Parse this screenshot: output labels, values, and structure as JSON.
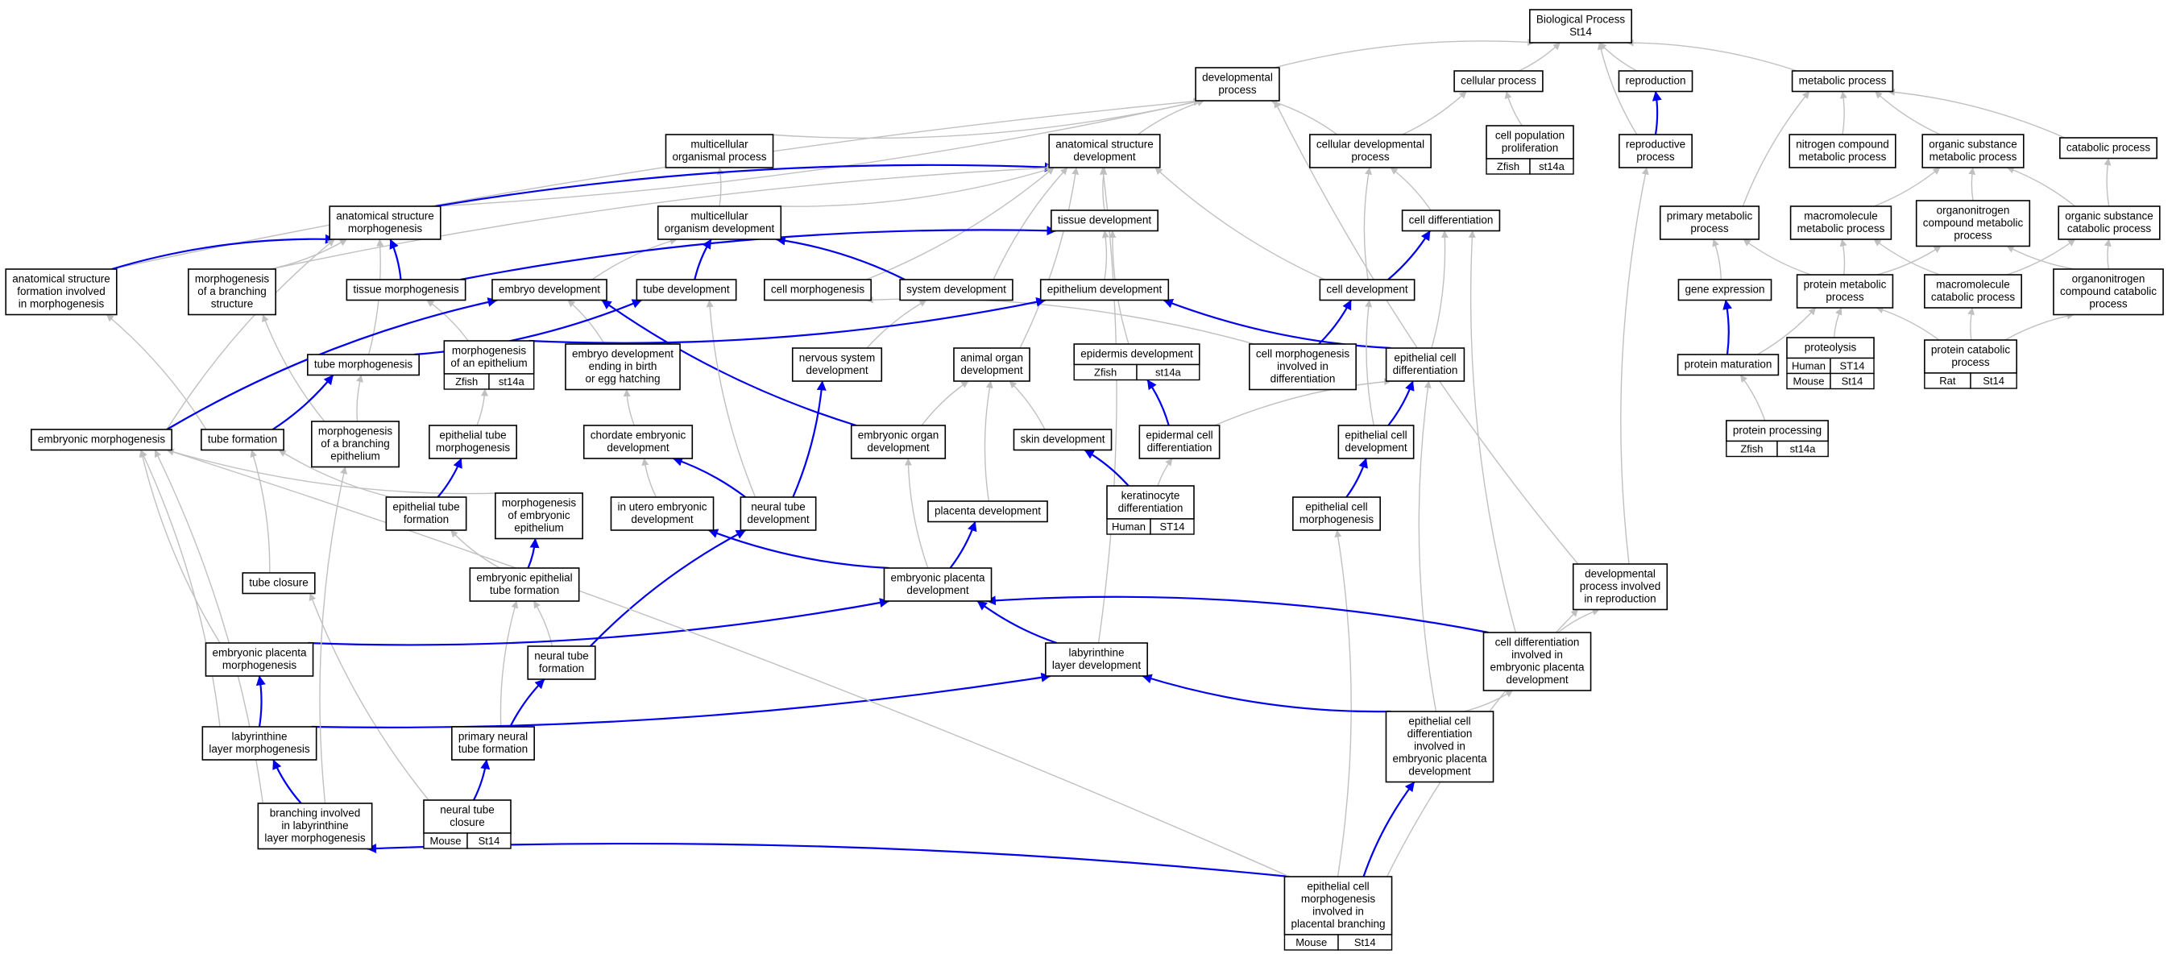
{
  "title": "Biological Process",
  "colors": {
    "gray_edge": "#c0c0c0",
    "blue_edge": "#0000ee",
    "zfish": "#6a94e8",
    "mouse": "#a8d4e2",
    "human": "#ef5b45",
    "rat": "#fbcc1a"
  },
  "nodes": [
    {
      "id": "bp",
      "lines": [
        "Biological Process",
        "St14"
      ]
    },
    {
      "id": "dev",
      "lines": [
        "developmental",
        "process"
      ]
    },
    {
      "id": "cellproc",
      "lines": [
        "cellular process"
      ]
    },
    {
      "id": "repro",
      "lines": [
        "reproduction"
      ]
    },
    {
      "id": "metab",
      "lines": [
        "metabolic process"
      ]
    },
    {
      "id": "multi",
      "lines": [
        "multicellular",
        "organismal process"
      ]
    },
    {
      "id": "asd",
      "lines": [
        "anatomical structure",
        "development"
      ]
    },
    {
      "id": "celldevproc",
      "lines": [
        "cellular developmental",
        "process"
      ]
    },
    {
      "id": "cpp",
      "lines": [
        "cell population",
        "proliferation"
      ]
    },
    {
      "id": "reprocproc",
      "lines": [
        "reproductive",
        "process"
      ]
    },
    {
      "id": "nitro",
      "lines": [
        "nitrogen compound",
        "metabolic process"
      ]
    },
    {
      "id": "orgsub",
      "lines": [
        "organic substance",
        "metabolic process"
      ]
    },
    {
      "id": "catab",
      "lines": [
        "catabolic process"
      ]
    },
    {
      "id": "asm",
      "lines": [
        "anatomical structure",
        "morphogenesis"
      ]
    },
    {
      "id": "mod",
      "lines": [
        "multicellular",
        "organism development"
      ]
    },
    {
      "id": "tissdev",
      "lines": [
        "tissue development"
      ]
    },
    {
      "id": "celldiff",
      "lines": [
        "cell differentiation"
      ]
    },
    {
      "id": "primmet",
      "lines": [
        "primary metabolic",
        "process"
      ]
    },
    {
      "id": "macromet",
      "lines": [
        "macromolecule",
        "metabolic process"
      ]
    },
    {
      "id": "orgnitmet",
      "lines": [
        "organonitrogen",
        "compound metabolic",
        "process"
      ]
    },
    {
      "id": "orgsubcat",
      "lines": [
        "organic substance",
        "catabolic process"
      ]
    },
    {
      "id": "asfim",
      "lines": [
        "anatomical structure",
        "formation involved",
        "in morphogenesis"
      ]
    },
    {
      "id": "mobs",
      "lines": [
        "morphogenesis",
        "of a branching",
        "structure"
      ]
    },
    {
      "id": "tissmorph",
      "lines": [
        "tissue morphogenesis"
      ]
    },
    {
      "id": "embdev",
      "lines": [
        "embryo development"
      ]
    },
    {
      "id": "tubedev",
      "lines": [
        "tube development"
      ]
    },
    {
      "id": "cellmorph",
      "lines": [
        "cell morphogenesis"
      ]
    },
    {
      "id": "sysdev",
      "lines": [
        "system development"
      ]
    },
    {
      "id": "epidev",
      "lines": [
        "epithelium development"
      ]
    },
    {
      "id": "celldev",
      "lines": [
        "cell development"
      ]
    },
    {
      "id": "geneexp",
      "lines": [
        "gene expression"
      ]
    },
    {
      "id": "protmet",
      "lines": [
        "protein metabolic",
        "process"
      ]
    },
    {
      "id": "macrocat",
      "lines": [
        "macromolecule",
        "catabolic process"
      ]
    },
    {
      "id": "orgnitcat",
      "lines": [
        "organonitrogen",
        "compound catabolic",
        "process"
      ]
    },
    {
      "id": "tubemorph",
      "lines": [
        "tube morphogenesis"
      ]
    },
    {
      "id": "moae",
      "lines": [
        "morphogenesis",
        "of an epithelium"
      ]
    },
    {
      "id": "edebeh",
      "lines": [
        "embryo development",
        "ending in birth",
        "or egg hatching"
      ]
    },
    {
      "id": "nsd",
      "lines": [
        "nervous system",
        "development"
      ]
    },
    {
      "id": "aod",
      "lines": [
        "animal organ",
        "development"
      ]
    },
    {
      "id": "epiddev",
      "lines": [
        "epidermis development"
      ]
    },
    {
      "id": "cmid",
      "lines": [
        "cell morphogenesis",
        "involved in",
        "differentiation"
      ]
    },
    {
      "id": "epicelldiff",
      "lines": [
        "epithelial cell",
        "differentiation"
      ]
    },
    {
      "id": "protmat",
      "lines": [
        "protein maturation"
      ]
    },
    {
      "id": "proteolysis",
      "lines": [
        "proteolysis"
      ]
    },
    {
      "id": "protcat",
      "lines": [
        "protein catabolic",
        "process"
      ]
    },
    {
      "id": "embmorph",
      "lines": [
        "embryonic morphogenesis"
      ]
    },
    {
      "id": "tubeform",
      "lines": [
        "tube formation"
      ]
    },
    {
      "id": "moabe",
      "lines": [
        "morphogenesis",
        "of a branching",
        "epithelium"
      ]
    },
    {
      "id": "etm",
      "lines": [
        "epithelial tube",
        "morphogenesis"
      ]
    },
    {
      "id": "ced",
      "lines": [
        "chordate embryonic",
        "development"
      ]
    },
    {
      "id": "eod",
      "lines": [
        "embryonic organ",
        "development"
      ]
    },
    {
      "id": "skindev",
      "lines": [
        "skin development"
      ]
    },
    {
      "id": "epidcd",
      "lines": [
        "epidermal cell",
        "differentiation"
      ]
    },
    {
      "id": "epicelldev",
      "lines": [
        "epithelial cell",
        "development"
      ]
    },
    {
      "id": "protproc",
      "lines": [
        "protein processing"
      ]
    },
    {
      "id": "etf",
      "lines": [
        "epithelial tube",
        "formation"
      ]
    },
    {
      "id": "moee",
      "lines": [
        "morphogenesis",
        "of embryonic",
        "epithelium"
      ]
    },
    {
      "id": "iued",
      "lines": [
        "in utero embryonic",
        "development"
      ]
    },
    {
      "id": "ntd",
      "lines": [
        "neural tube",
        "development"
      ]
    },
    {
      "id": "placdev",
      "lines": [
        "placenta development"
      ]
    },
    {
      "id": "kerat",
      "lines": [
        "keratinocyte",
        "differentiation"
      ]
    },
    {
      "id": "ecm",
      "lines": [
        "epithelial cell",
        "morphogenesis"
      ]
    },
    {
      "id": "tubeclos",
      "lines": [
        "tube closure"
      ]
    },
    {
      "id": "eetf",
      "lines": [
        "embryonic epithelial",
        "tube formation"
      ]
    },
    {
      "id": "epd",
      "lines": [
        "embryonic placenta",
        "development"
      ]
    },
    {
      "id": "dpir",
      "lines": [
        "developmental",
        "process involved",
        "in reproduction"
      ]
    },
    {
      "id": "epm",
      "lines": [
        "embryonic placenta",
        "morphogenesis"
      ]
    },
    {
      "id": "ntf",
      "lines": [
        "neural tube",
        "formation"
      ]
    },
    {
      "id": "lld",
      "lines": [
        "labyrinthine",
        "layer development"
      ]
    },
    {
      "id": "cdiepd",
      "lines": [
        "cell differentiation",
        "involved in",
        "embryonic placenta",
        "development"
      ]
    },
    {
      "id": "llm",
      "lines": [
        "labyrinthine",
        "layer morphogenesis"
      ]
    },
    {
      "id": "pntf",
      "lines": [
        "primary neural",
        "tube formation"
      ]
    },
    {
      "id": "ecdiepd",
      "lines": [
        "epithelial cell",
        "differentiation",
        "involved in",
        "embryonic placenta",
        "development"
      ]
    },
    {
      "id": "bill",
      "lines": [
        "branching involved",
        "in labyrinthine",
        "layer morphogenesis"
      ]
    },
    {
      "id": "ntc",
      "lines": [
        "neural tube",
        "closure"
      ]
    },
    {
      "id": "ecmipb",
      "lines": [
        "epithelial cell",
        "morphogenesis",
        "involved in",
        "placental branching"
      ]
    }
  ],
  "annotations": [
    {
      "node": "cpp",
      "cells": [
        {
          "text": "Zfish",
          "color": "zfish"
        },
        {
          "text": "st14a",
          "color": "zfish"
        }
      ]
    },
    {
      "node": "moae",
      "cells": [
        {
          "text": "Zfish",
          "color": "zfish"
        },
        {
          "text": "st14a",
          "color": "zfish"
        }
      ]
    },
    {
      "node": "epiddev",
      "cells": [
        {
          "text": "Zfish",
          "color": "zfish"
        },
        {
          "text": "st14a",
          "color": "zfish"
        }
      ]
    },
    {
      "node": "proteolysis",
      "cells": [
        {
          "text": "Human",
          "color": "human"
        },
        {
          "text": "ST14",
          "color": "human"
        }
      ]
    },
    {
      "node": "proteolysis",
      "cells": [
        {
          "text": "Mouse",
          "color": "mouse"
        },
        {
          "text": "St14",
          "color": "mouse"
        }
      ]
    },
    {
      "node": "protcat",
      "cells": [
        {
          "text": "Rat",
          "color": "rat"
        },
        {
          "text": "St14",
          "color": "rat"
        }
      ]
    },
    {
      "node": "protproc",
      "cells": [
        {
          "text": "Zfish",
          "color": "zfish"
        },
        {
          "text": "st14a",
          "color": "zfish"
        }
      ]
    },
    {
      "node": "kerat",
      "cells": [
        {
          "text": "Human",
          "color": "human"
        },
        {
          "text": "ST14",
          "color": "human"
        }
      ]
    },
    {
      "node": "ntc",
      "cells": [
        {
          "text": "Mouse",
          "color": "mouse"
        },
        {
          "text": "St14",
          "color": "mouse"
        }
      ]
    },
    {
      "node": "ecmipb",
      "cells": [
        {
          "text": "Mouse",
          "color": "mouse"
        },
        {
          "text": "St14",
          "color": "mouse"
        }
      ]
    }
  ],
  "edges": [
    [
      "dev",
      "bp",
      "g"
    ],
    [
      "cellproc",
      "bp",
      "g"
    ],
    [
      "repro",
      "bp",
      "g"
    ],
    [
      "metab",
      "bp",
      "g"
    ],
    [
      "reprocproc",
      "bp",
      "g"
    ],
    [
      "multi",
      "dev",
      "g"
    ],
    [
      "asd",
      "dev",
      "g"
    ],
    [
      "celldevproc",
      "dev",
      "g"
    ],
    [
      "dpir",
      "dev",
      "g"
    ],
    [
      "asm",
      "dev",
      "g"
    ],
    [
      "asfim",
      "dev",
      "g"
    ],
    [
      "celldevproc",
      "cellproc",
      "g"
    ],
    [
      "cpp",
      "cellproc",
      "g"
    ],
    [
      "reprocproc",
      "repro",
      "b"
    ],
    [
      "dpir",
      "reprocproc",
      "g"
    ],
    [
      "nitro",
      "metab",
      "g"
    ],
    [
      "orgsub",
      "metab",
      "g"
    ],
    [
      "catab",
      "metab",
      "g"
    ],
    [
      "primmet",
      "metab",
      "g"
    ],
    [
      "mod",
      "multi",
      "g"
    ],
    [
      "asm",
      "asd",
      "b"
    ],
    [
      "mod",
      "asd",
      "g"
    ],
    [
      "tissdev",
      "asd",
      "g"
    ],
    [
      "cellmorph",
      "asd",
      "g"
    ],
    [
      "sysdev",
      "asd",
      "g"
    ],
    [
      "aod",
      "asd",
      "g"
    ],
    [
      "celldev",
      "asd",
      "g"
    ],
    [
      "lld",
      "asd",
      "g"
    ],
    [
      "mobs",
      "asd",
      "g"
    ],
    [
      "celldiff",
      "celldevproc",
      "g"
    ],
    [
      "celldev",
      "celldevproc",
      "g"
    ],
    [
      "macromet",
      "orgsub",
      "g"
    ],
    [
      "orgnitmet",
      "orgsub",
      "g"
    ],
    [
      "orgsubcat",
      "orgsub",
      "g"
    ],
    [
      "orgsubcat",
      "catab",
      "g"
    ],
    [
      "tissmorph",
      "asm",
      "b"
    ],
    [
      "asfim",
      "asm",
      "b"
    ],
    [
      "mobs",
      "asm",
      "g"
    ],
    [
      "embmorph",
      "asm",
      "g"
    ],
    [
      "tubemorph",
      "asm",
      "g"
    ],
    [
      "embdev",
      "mod",
      "g"
    ],
    [
      "epicelldiff",
      "celldiff",
      "g"
    ],
    [
      "tubedev",
      "mod",
      "b"
    ],
    [
      "sysdev",
      "mod",
      "b"
    ],
    [
      "tissmorph",
      "tissdev",
      "b"
    ],
    [
      "epidev",
      "tissdev",
      "g"
    ],
    [
      "epiddev",
      "tissdev",
      "g"
    ],
    [
      "celldev",
      "celldiff",
      "b"
    ],
    [
      "cdiepd",
      "celldiff",
      "g"
    ],
    [
      "geneexp",
      "primmet",
      "g"
    ],
    [
      "protmet",
      "primmet",
      "g"
    ],
    [
      "protmet",
      "macromet",
      "g"
    ],
    [
      "macrocat",
      "macromet",
      "g"
    ],
    [
      "protmet",
      "orgnitmet",
      "g"
    ],
    [
      "orgnitcat",
      "orgnitmet",
      "g"
    ],
    [
      "macrocat",
      "orgsubcat",
      "g"
    ],
    [
      "orgnitcat",
      "orgsubcat",
      "g"
    ],
    [
      "tubeform",
      "asfim",
      "g"
    ],
    [
      "moabe",
      "mobs",
      "g"
    ],
    [
      "moae",
      "tissmorph",
      "g"
    ],
    [
      "embmorph",
      "embdev",
      "b"
    ],
    [
      "edebeh",
      "embdev",
      "g"
    ],
    [
      "eod",
      "embdev",
      "b"
    ],
    [
      "tubemorph",
      "tubedev",
      "b"
    ],
    [
      "ntd",
      "tubedev",
      "g"
    ],
    [
      "cmid",
      "cellmorph",
      "g"
    ],
    [
      "nsd",
      "sysdev",
      "g"
    ],
    [
      "moae",
      "epidev",
      "b"
    ],
    [
      "epicelldiff",
      "epidev",
      "b"
    ],
    [
      "cmid",
      "celldev",
      "b"
    ],
    [
      "epicelldev",
      "celldev",
      "g"
    ],
    [
      "protmat",
      "geneexp",
      "b"
    ],
    [
      "proteolysis",
      "protmet",
      "g"
    ],
    [
      "protmat",
      "protmet",
      "g"
    ],
    [
      "protcat",
      "macrocat",
      "g"
    ],
    [
      "protcat",
      "protmet",
      "g"
    ],
    [
      "protcat",
      "orgnitcat",
      "g"
    ],
    [
      "tubeform",
      "tubemorph",
      "b"
    ],
    [
      "moabe",
      "tubemorph",
      "g"
    ],
    [
      "etm",
      "moae",
      "g"
    ],
    [
      "ced",
      "edebeh",
      "g"
    ],
    [
      "ntd",
      "nsd",
      "b"
    ],
    [
      "eod",
      "aod",
      "g"
    ],
    [
      "skindev",
      "aod",
      "g"
    ],
    [
      "placdev",
      "aod",
      "g"
    ],
    [
      "epidcd",
      "epiddev",
      "b"
    ],
    [
      "epidcd",
      "epicelldiff",
      "g"
    ],
    [
      "epicelldev",
      "epicelldiff",
      "b"
    ],
    [
      "ecdiepd",
      "epicelldiff",
      "g"
    ],
    [
      "protproc",
      "protmat",
      "g"
    ],
    [
      "moee",
      "embmorph",
      "g"
    ],
    [
      "tubeclos",
      "tubeform",
      "g"
    ],
    [
      "etf",
      "tubeform",
      "g"
    ],
    [
      "etf",
      "etm",
      "b"
    ],
    [
      "iued",
      "ced",
      "g"
    ],
    [
      "ntd",
      "ced",
      "b"
    ],
    [
      "epd",
      "eod",
      "g"
    ],
    [
      "kerat",
      "skindev",
      "b"
    ],
    [
      "kerat",
      "epidcd",
      "g"
    ],
    [
      "ecm",
      "epicelldev",
      "b"
    ],
    [
      "eetf",
      "etf",
      "g"
    ],
    [
      "eetf",
      "moee",
      "b"
    ],
    [
      "epd",
      "iued",
      "b"
    ],
    [
      "epd",
      "placdev",
      "b"
    ],
    [
      "ntf",
      "ntd",
      "b"
    ],
    [
      "ecmipb",
      "ecm",
      "g"
    ],
    [
      "ntc",
      "tubeclos",
      "g"
    ],
    [
      "ntf",
      "eetf",
      "g"
    ],
    [
      "pntf",
      "eetf",
      "g"
    ],
    [
      "epm",
      "epd",
      "b"
    ],
    [
      "lld",
      "epd",
      "b"
    ],
    [
      "cdiepd",
      "epd",
      "b"
    ],
    [
      "cdiepd",
      "dpir",
      "g"
    ],
    [
      "llm",
      "epm",
      "b"
    ],
    [
      "pntf",
      "ntf",
      "b"
    ],
    [
      "llm",
      "lld",
      "b"
    ],
    [
      "ecdiepd",
      "lld",
      "b"
    ],
    [
      "ecdiepd",
      "cdiepd",
      "g"
    ],
    [
      "bill",
      "llm",
      "b"
    ],
    [
      "ntc",
      "pntf",
      "b"
    ],
    [
      "ecmipb",
      "ecdiepd",
      "b"
    ],
    [
      "ecmipb",
      "bill",
      "b"
    ],
    [
      "ecmipb",
      "dpir",
      "g"
    ],
    [
      "bill",
      "embmorph",
      "g"
    ],
    [
      "bill",
      "moabe",
      "g"
    ],
    [
      "llm",
      "embmorph",
      "g"
    ],
    [
      "epm",
      "embmorph",
      "g"
    ],
    [
      "ecmipb",
      "embmorph",
      "g"
    ]
  ]
}
